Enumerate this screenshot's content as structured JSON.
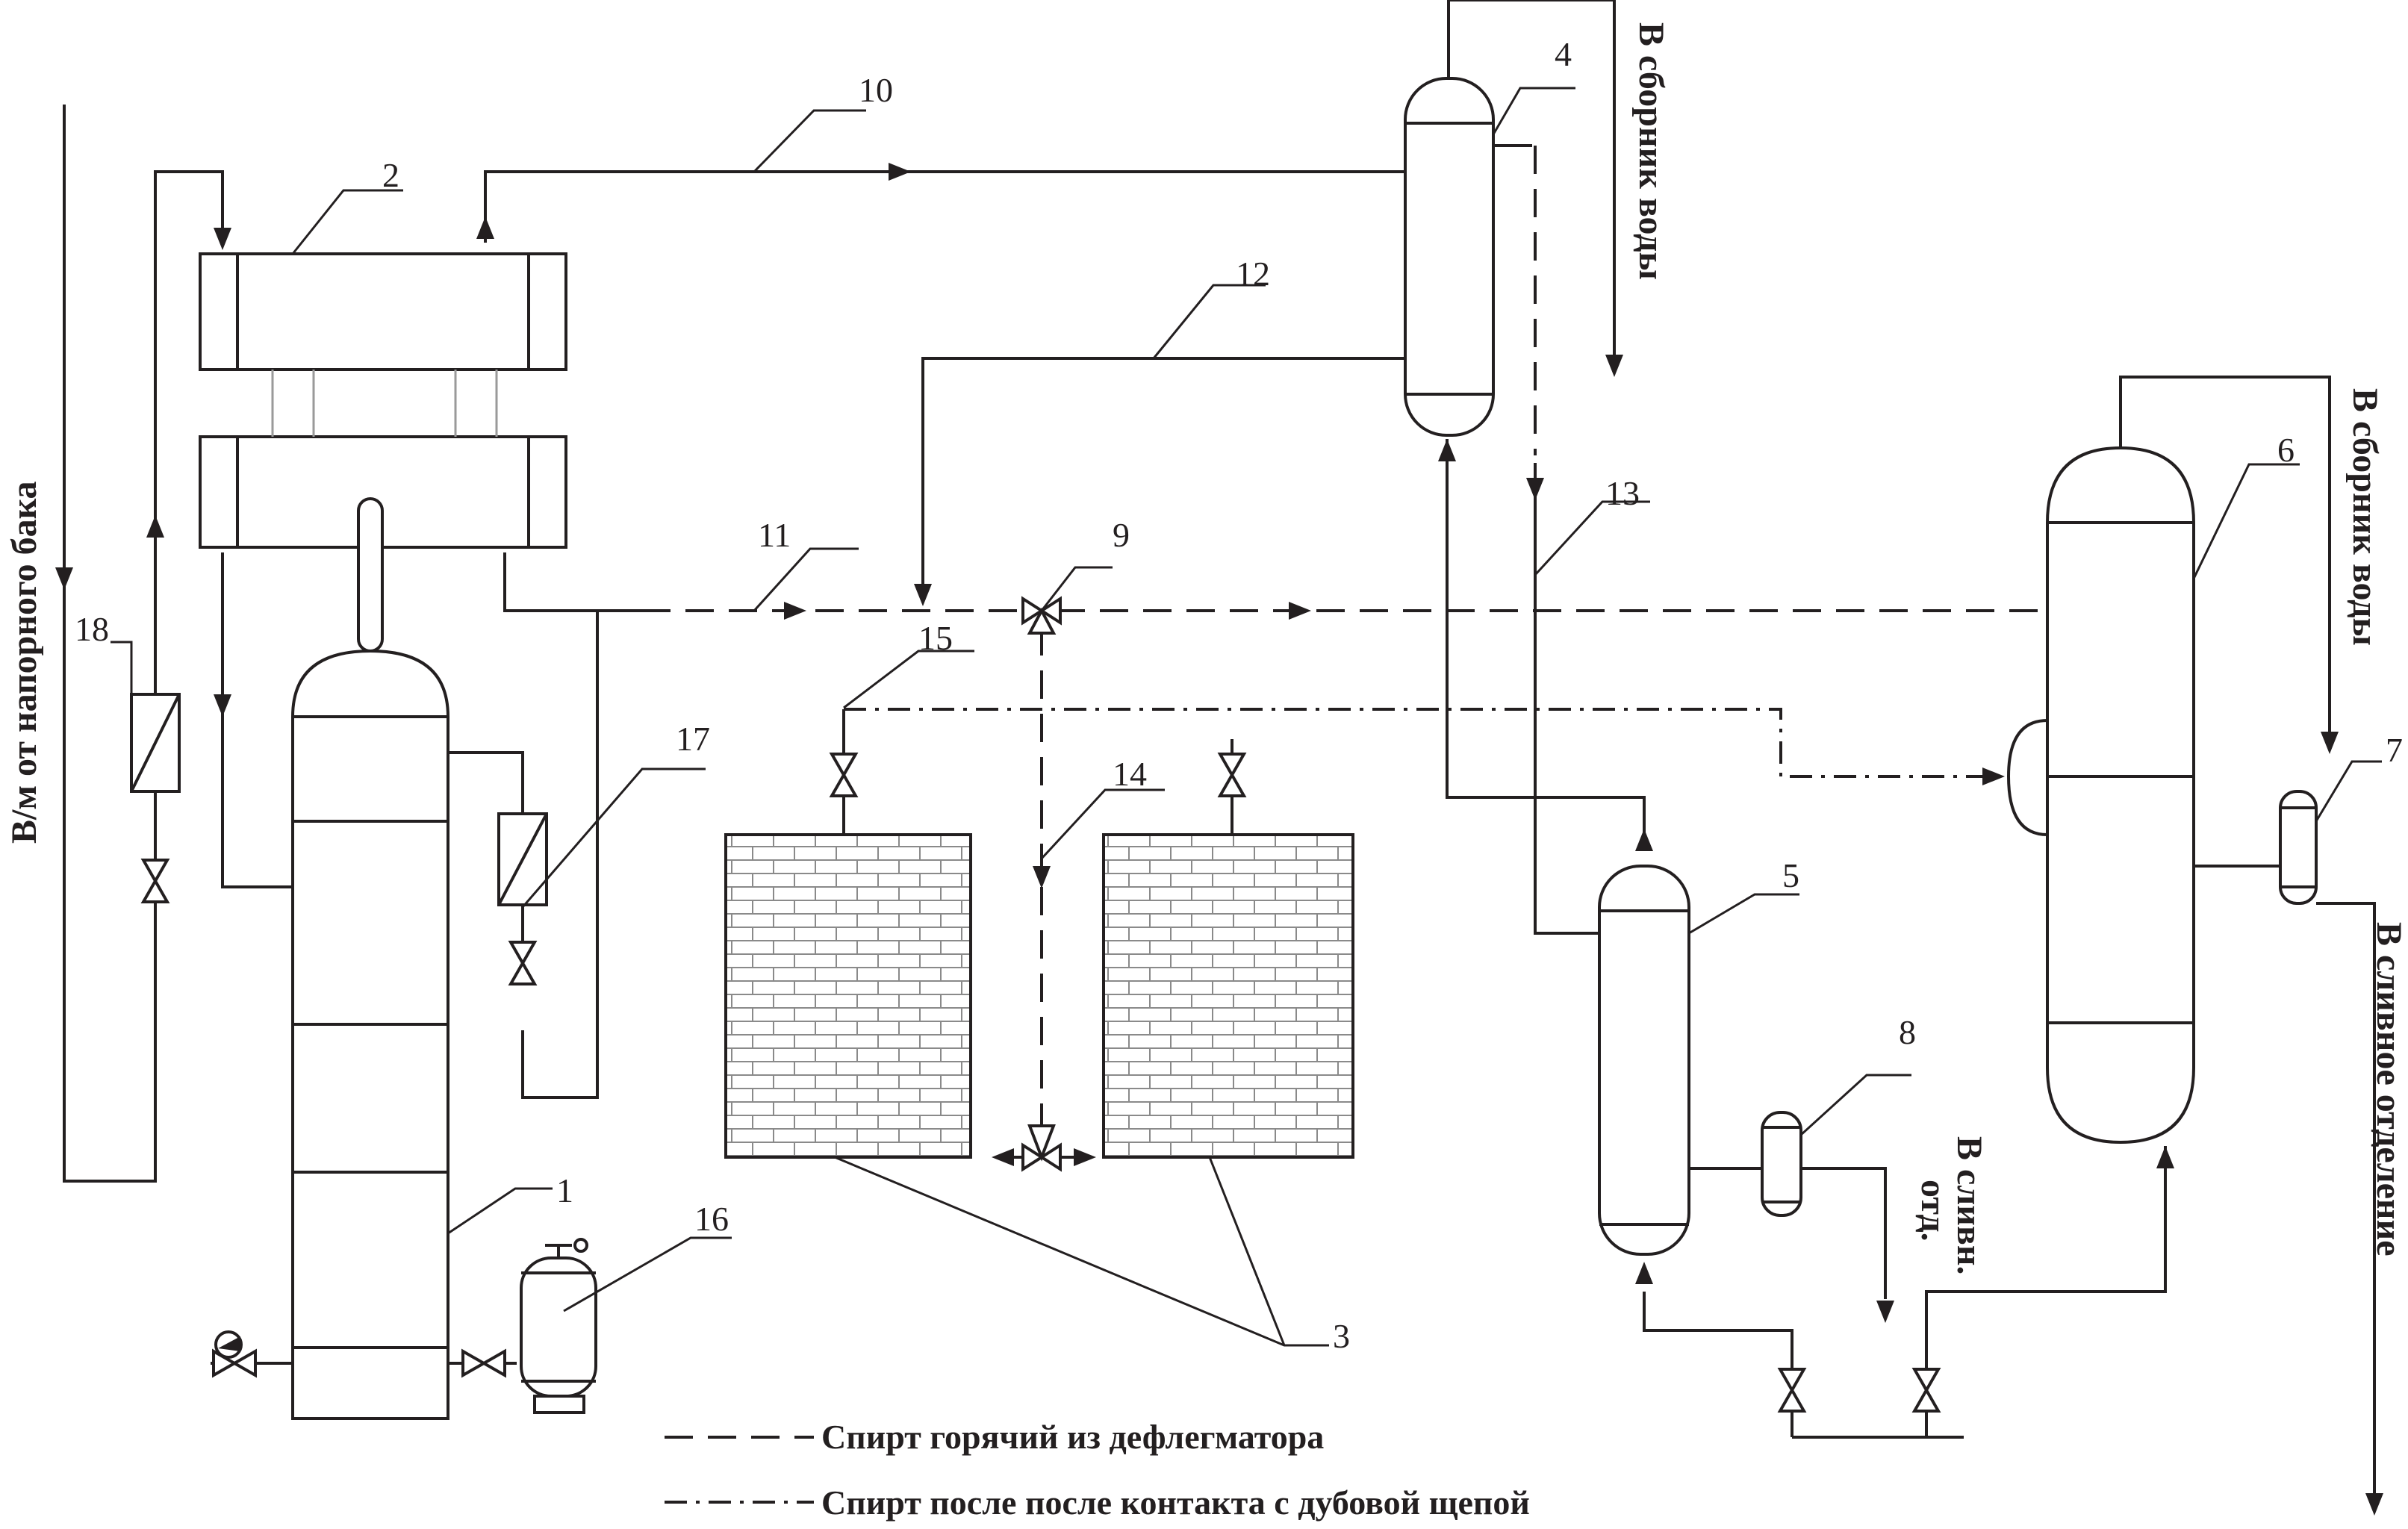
{
  "labels": {
    "n1": "1",
    "n2": "2",
    "n3": "3",
    "n4": "4",
    "n5": "5",
    "n6": "6",
    "n7": "7",
    "n8": "8",
    "n9": "9",
    "n10": "10",
    "n11": "11",
    "n12": "12",
    "n13": "13",
    "n14": "14",
    "n15": "15",
    "n16": "16",
    "n17": "17",
    "n18": "18"
  },
  "flows": {
    "water_in": "В/м от напорного бака",
    "to_water_collector_top": "В сборник воды",
    "to_water_collector_right": "В сборник воды",
    "to_drain_left_line1": "В сливн.",
    "to_drain_left_line2": "отд.",
    "to_drain_right": "В сливное отделение"
  },
  "legend": {
    "dashed": "Спирт горячий из дефлегматора",
    "dashdot": "Спирт после после контакта с дубовой щепой"
  }
}
